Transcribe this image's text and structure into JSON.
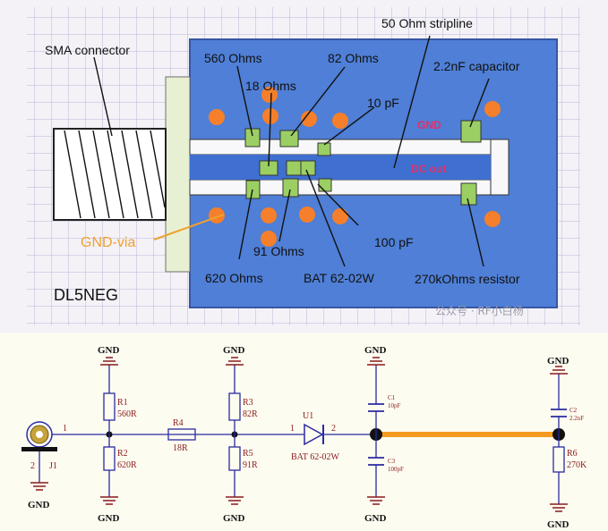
{
  "drawing": {
    "sma_connector": "SMA connector",
    "resistor_560": "560 Ohms",
    "resistor_18": "18 Ohms",
    "resistor_82": "82 Ohms",
    "stripline": "50 Ohm stripline",
    "capacitor_22n": "2.2nF capacitor",
    "capacitor_10p": "10 pF",
    "gnd_label": "GND",
    "dcout_label": "DC out",
    "gnd_via": "GND-via",
    "resistor_91": "91 Ohms",
    "capacitor_100p": "100 pF",
    "resistor_620": "620 Ohms",
    "diode": "BAT 62-02W",
    "resistor_270k": "270kOhms resistor",
    "author": "DL5NEG",
    "watermark": "公众号 · RF小白杨"
  },
  "schematic": {
    "gnd": "GND",
    "pin1": "1",
    "pin2": "2",
    "j1": "J1",
    "r1": "R1",
    "r1_val": "560R",
    "r2": "R2",
    "r2_val": "620R",
    "r3": "R3",
    "r3_val": "82R",
    "r4": "R4",
    "r4_val": "18R",
    "r5": "R5",
    "r5_val": "91R",
    "r6": "R6",
    "r6_val": "270K",
    "u1": "U1",
    "u1_val": "BAT 62-02W",
    "c1": "C1",
    "c1_val": "10pF",
    "c2": "C2",
    "c2_val": "2.2nF",
    "c3": "C3",
    "c3_val": "100pF"
  },
  "colors": {
    "board": "#4f7fd6",
    "via": "#f57f2a",
    "pad": "#9ccf63",
    "stripline_highlight": "#f49a1f",
    "schematic_text": "#8a1a1a",
    "wire": "#2a2aa0"
  }
}
